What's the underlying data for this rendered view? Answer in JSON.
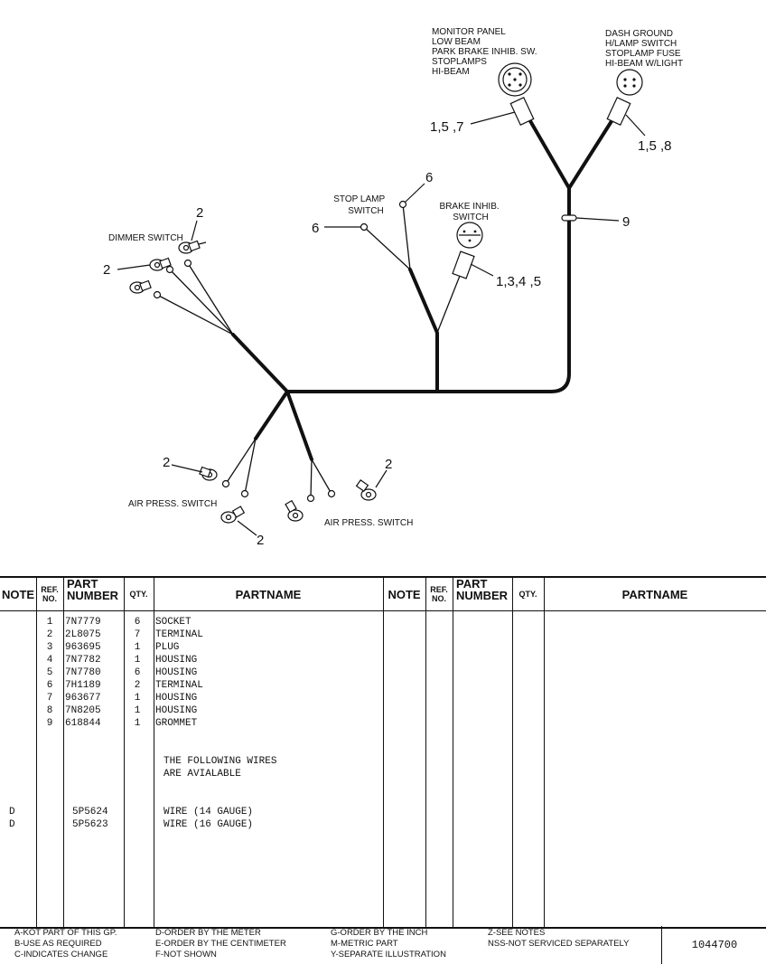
{
  "diagram": {
    "connector_labels": {
      "monitor_panel": [
        "MONITOR PANEL",
        "LOW BEAM",
        "PARK BRAKE INHIB. SW.",
        "STOPLAMPS",
        "HI-BEAM"
      ],
      "dash_ground": [
        "DASH GROUND",
        "H/LAMP SWITCH",
        "STOPLAMP FUSE",
        "HI-BEAM W/LIGHT"
      ],
      "stop_lamp_switch": [
        "STOP LAMP",
        "SWITCH"
      ],
      "brake_inhib_switch": [
        "BRAKE INHIB.",
        "SWITCH"
      ],
      "dimmer_switch": "DIMMER SWITCH",
      "air_press_left": "AIR PRESS. SWITCH",
      "air_press_right": "AIR PRESS. SWITCH"
    },
    "callouts": {
      "monitor_plug": "1,5 ,7",
      "dash_plug": "1,5 ,8",
      "grommet": "9",
      "stop_lamp_upper": "6",
      "stop_lamp_left": "6",
      "brake_plug": "1,3,4 ,5",
      "dimmer_upper": "2",
      "dimmer_left": "2",
      "air_left_upper": "2",
      "air_left_lower": "2",
      "air_right": "2"
    }
  },
  "table": {
    "headers": {
      "note": "NOTE",
      "ref_no": [
        "REF.",
        "NO."
      ],
      "part_number": [
        "PART",
        "NUMBER"
      ],
      "qty": "QTY.",
      "partname": "PARTNAME"
    },
    "rows": [
      {
        "note": "",
        "ref": "1",
        "part": "7N7779",
        "qty": "6",
        "name": "SOCKET"
      },
      {
        "note": "",
        "ref": "2",
        "part": "2L8075",
        "qty": "7",
        "name": "TERMINAL"
      },
      {
        "note": "",
        "ref": "3",
        "part": "963695",
        "qty": "1",
        "name": "PLUG"
      },
      {
        "note": "",
        "ref": "4",
        "part": "7N7782",
        "qty": "1",
        "name": "HOUSING"
      },
      {
        "note": "",
        "ref": "5",
        "part": "7N7780",
        "qty": "6",
        "name": "HOUSING"
      },
      {
        "note": "",
        "ref": "6",
        "part": "7H1189",
        "qty": "2",
        "name": "TERMINAL"
      },
      {
        "note": "",
        "ref": "7",
        "part": "963677",
        "qty": "1",
        "name": "HOUSING"
      },
      {
        "note": "",
        "ref": "8",
        "part": "7N8205",
        "qty": "1",
        "name": "HOUSING"
      },
      {
        "note": "",
        "ref": "9",
        "part": "618844",
        "qty": "1",
        "name": "GROMMET"
      }
    ],
    "note_lines": [
      "THE FOLLOWING WIRES",
      "ARE AVIALABLE"
    ],
    "wire_rows": [
      {
        "note": "D",
        "part": "5P5624",
        "name": "WIRE (14 GAUGE)"
      },
      {
        "note": "D",
        "part": "5P5623",
        "name": "WIRE (16 GAUGE)"
      }
    ]
  },
  "footer": {
    "legend_col1": [
      "A-KOT PART OF THIS GP.",
      "B-USE AS REQUIRED",
      "C-INDICATES CHANGE"
    ],
    "legend_col2": [
      "D-ORDER BY THE METER",
      "E-ORDER BY THE CENTIMETER",
      "F-NOT SHOWN"
    ],
    "legend_col3": [
      "G-ORDER BY THE INCH",
      "M-METRIC PART",
      "Y-SEPARATE ILLUSTRATION"
    ],
    "legend_col4": [
      "Z-SEE NOTES",
      "NSS-NOT SERVICED SEPARATELY"
    ],
    "doc_number": "1044700"
  }
}
